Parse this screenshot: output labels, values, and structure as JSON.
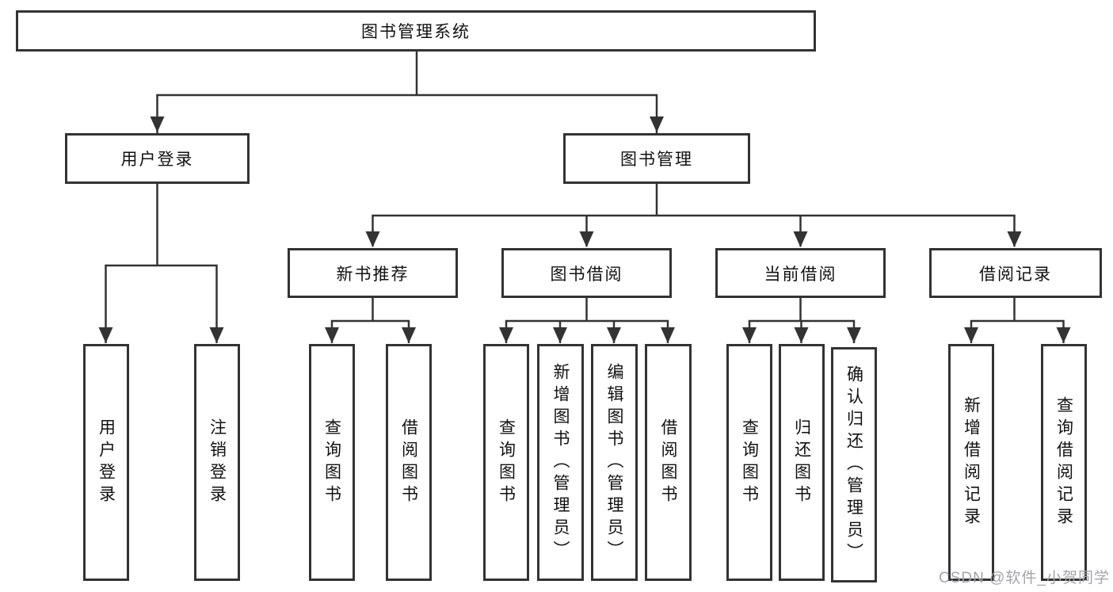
{
  "diagram": {
    "type": "tree",
    "title": "图书管理系统",
    "colors": {
      "line": "#333333",
      "box_border": "#333333",
      "text": "#111111",
      "background": "#ffffff",
      "watermark": "#a4a4aa"
    },
    "root": {
      "label": "图书管理系统"
    },
    "level2": [
      {
        "id": "user-login",
        "label": "用户登录",
        "parent": "图书管理系统"
      },
      {
        "id": "book-management",
        "label": "图书管理",
        "parent": "图书管理系统"
      }
    ],
    "level3": [
      {
        "id": "new-book-recommend",
        "label": "新书推荐",
        "parent": "图书管理"
      },
      {
        "id": "book-borrow",
        "label": "图书借阅",
        "parent": "图书管理"
      },
      {
        "id": "current-borrow",
        "label": "当前借阅",
        "parent": "图书管理"
      },
      {
        "id": "borrow-records",
        "label": "借阅记录",
        "parent": "图书管理"
      }
    ],
    "leaves": [
      {
        "id": "leaf-user-login",
        "label": "用户登录",
        "parent": "用户登录"
      },
      {
        "id": "leaf-logout",
        "label": "注销登录",
        "parent": "用户登录"
      },
      {
        "id": "leaf-query-books-new",
        "label": "查询图书",
        "parent": "新书推荐"
      },
      {
        "id": "leaf-borrow-books-new",
        "label": "借阅图书",
        "parent": "新书推荐"
      },
      {
        "id": "leaf-query-books-borrow",
        "label": "查询图书",
        "parent": "图书借阅"
      },
      {
        "id": "leaf-add-book",
        "label": "新增图书（管理员）",
        "parent": "图书借阅"
      },
      {
        "id": "leaf-edit-book",
        "label": "编辑图书（管理员）",
        "parent": "图书借阅"
      },
      {
        "id": "leaf-borrow-books-borrow",
        "label": "借阅图书",
        "parent": "图书借阅"
      },
      {
        "id": "leaf-query-books-current",
        "label": "查询图书",
        "parent": "当前借阅"
      },
      {
        "id": "leaf-return-book",
        "label": "归还图书",
        "parent": "当前借阅"
      },
      {
        "id": "leaf-confirm-return",
        "label": "确认归还（管理员）",
        "parent": "当前借阅"
      },
      {
        "id": "leaf-add-borrow-record",
        "label": "新增借阅记录",
        "parent": "借阅记录"
      },
      {
        "id": "leaf-query-borrow-record",
        "label": "查询借阅记录",
        "parent": "借阅记录"
      }
    ],
    "watermark": "CSDN @软件_小贺同学"
  }
}
